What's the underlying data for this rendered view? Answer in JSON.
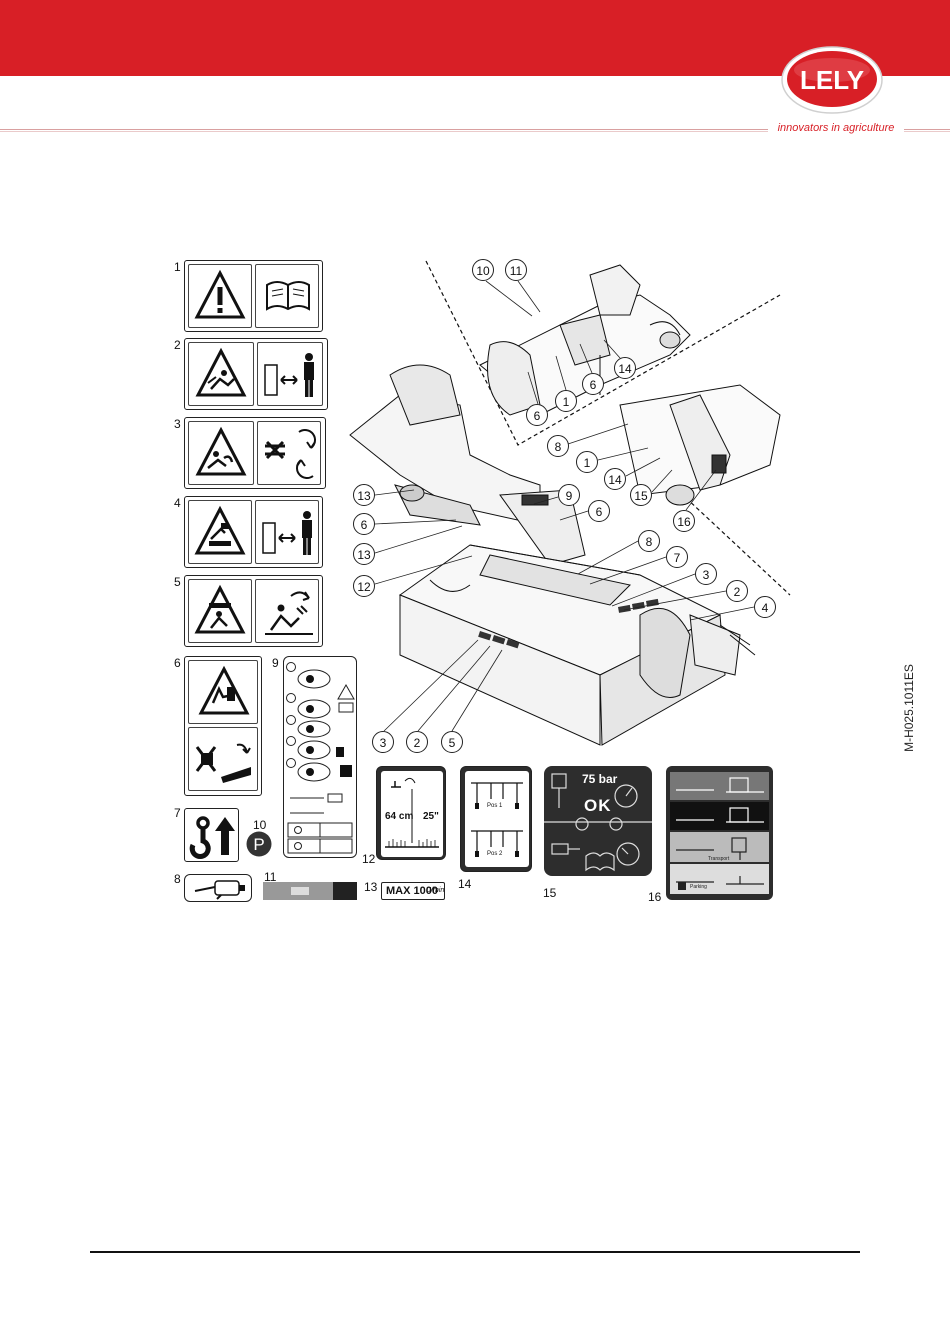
{
  "header": {
    "logo_text": "LELY",
    "tagline": "innovators in agriculture",
    "brand_color": "#d81f26"
  },
  "doc": {
    "ref_code": "M-H025.1011ES"
  },
  "decal_numbers": [
    "1",
    "2",
    "3",
    "4",
    "5",
    "6",
    "7",
    "8",
    "9",
    "10",
    "11",
    "12",
    "13",
    "14",
    "15",
    "16"
  ],
  "callouts": {
    "top_view": [
      "10",
      "11",
      "6",
      "1",
      "6",
      "14"
    ],
    "right_view": [
      "8",
      "1",
      "14",
      "15",
      "16"
    ],
    "main_view": [
      "13",
      "6",
      "13",
      "12",
      "9",
      "6",
      "8",
      "7",
      "3",
      "2",
      "4",
      "3",
      "2",
      "5"
    ]
  },
  "decal_text": {
    "d12_value_cm": "64 cm",
    "d12_value_in": "25\"",
    "d13_label": "MAX 1000",
    "d13_unit": "U/min",
    "d14_pos1": "Pos 1",
    "d14_pos2": "Pos 2",
    "d15_pressure": "75 bar",
    "d15_ok": "OK",
    "d16_transport": "Transport",
    "d16_parking": "Parking",
    "d10_letter": "P"
  },
  "icons": {
    "d1": [
      "warning-triangle-icon",
      "manual-book-icon"
    ],
    "d2": [
      "rotating-hazard-icon",
      "keep-distance-icon"
    ],
    "d3": [
      "entanglement-icon",
      "rotation-icon"
    ],
    "d4": [
      "crush-hazard-icon",
      "keep-distance-icon"
    ],
    "d5": [
      "thrown-object-icon",
      "impact-icon"
    ],
    "d6": [
      "hand-crush-icon",
      "no-hand-icon"
    ],
    "d7": [
      "lifting-hook-icon",
      "arrow-up-icon"
    ],
    "d8": [
      "grease-gun-icon"
    ]
  }
}
